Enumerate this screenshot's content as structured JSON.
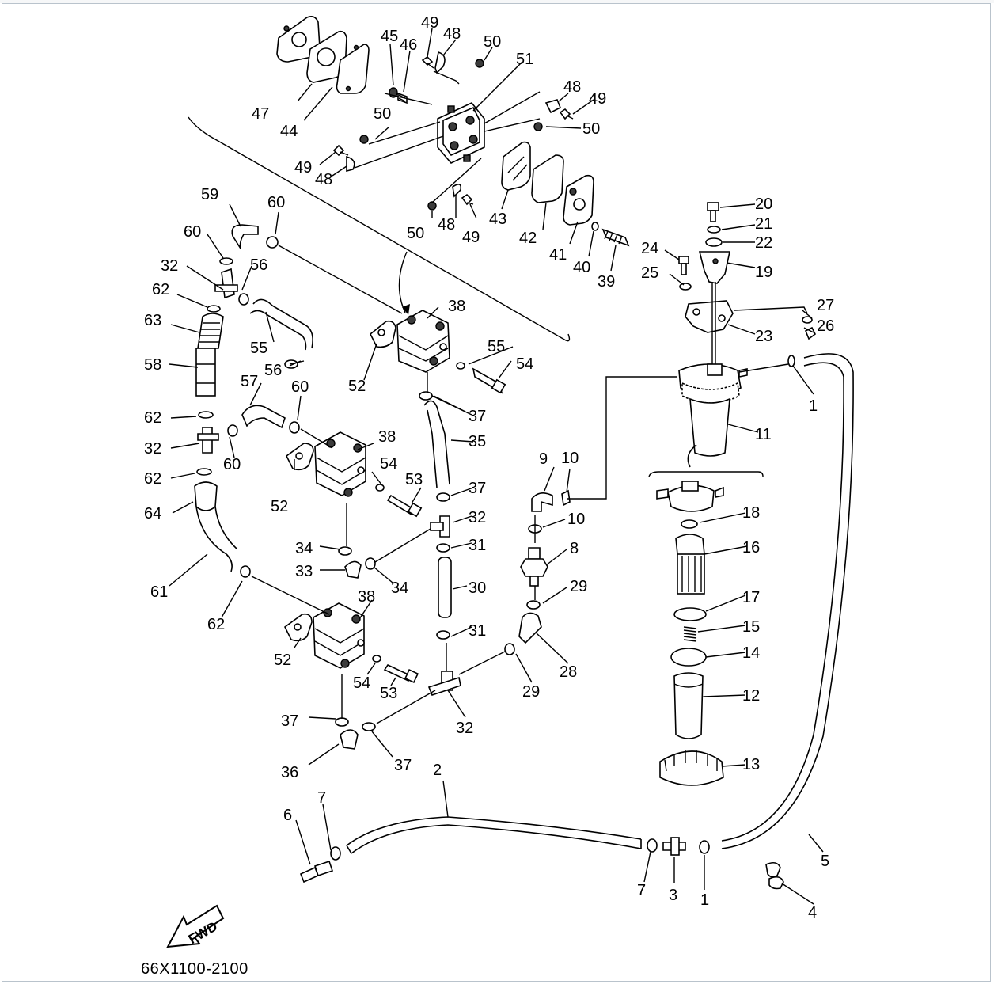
{
  "header": {
    "text": ""
  },
  "drawing_code": "66X1100-2100",
  "fwd_label": "FWD",
  "callouts": {
    "c1a": "1",
    "c1b": "1",
    "c2": "2",
    "c3": "3",
    "c4": "4",
    "c5": "5",
    "c6": "6",
    "c7a": "7",
    "c7b": "7",
    "c8": "8",
    "c9": "9",
    "c10a": "10",
    "c10b": "10",
    "c11": "11",
    "c12": "12",
    "c13": "13",
    "c14": "14",
    "c15": "15",
    "c16": "16",
    "c17": "17",
    "c18": "18",
    "c19": "19",
    "c20": "20",
    "c21": "21",
    "c22": "22",
    "c23": "23",
    "c24": "24",
    "c25": "25",
    "c26": "26",
    "c27": "27",
    "c28": "28",
    "c29a": "29",
    "c29b": "29",
    "c30": "30",
    "c31a": "31",
    "c31b": "31",
    "c32a": "32",
    "c32b": "32",
    "c32c": "32",
    "c32d": "32",
    "c33": "33",
    "c34a": "34",
    "c34b": "34",
    "c35": "35",
    "c36": "36",
    "c37a": "37",
    "c37b": "37",
    "c37c": "37",
    "c37d": "37",
    "c38a": "38",
    "c38b": "38",
    "c38c": "38",
    "c39": "39",
    "c40": "40",
    "c41": "41",
    "c42": "42",
    "c43": "43",
    "c44": "44",
    "c45": "45",
    "c46": "46",
    "c47": "47",
    "c48a": "48",
    "c48b": "48",
    "c48c": "48",
    "c48d": "48",
    "c49a": "49",
    "c49b": "49",
    "c49c": "49",
    "c49d": "49",
    "c50a": "50",
    "c50b": "50",
    "c50c": "50",
    "c50d": "50",
    "c51": "51",
    "c52a": "52",
    "c52b": "52",
    "c52c": "52",
    "c53a": "53",
    "c53b": "53",
    "c54a": "54",
    "c54b": "54",
    "c54c": "54",
    "c55a": "55",
    "c55b": "55",
    "c56a": "56",
    "c56b": "56",
    "c57": "57",
    "c58": "58",
    "c59": "59",
    "c60a": "60",
    "c60b": "60",
    "c60c": "60",
    "c60d": "60",
    "c61": "61",
    "c62a": "62",
    "c62b": "62",
    "c62c": "62",
    "c62d": "62",
    "c63": "63",
    "c64": "64"
  }
}
